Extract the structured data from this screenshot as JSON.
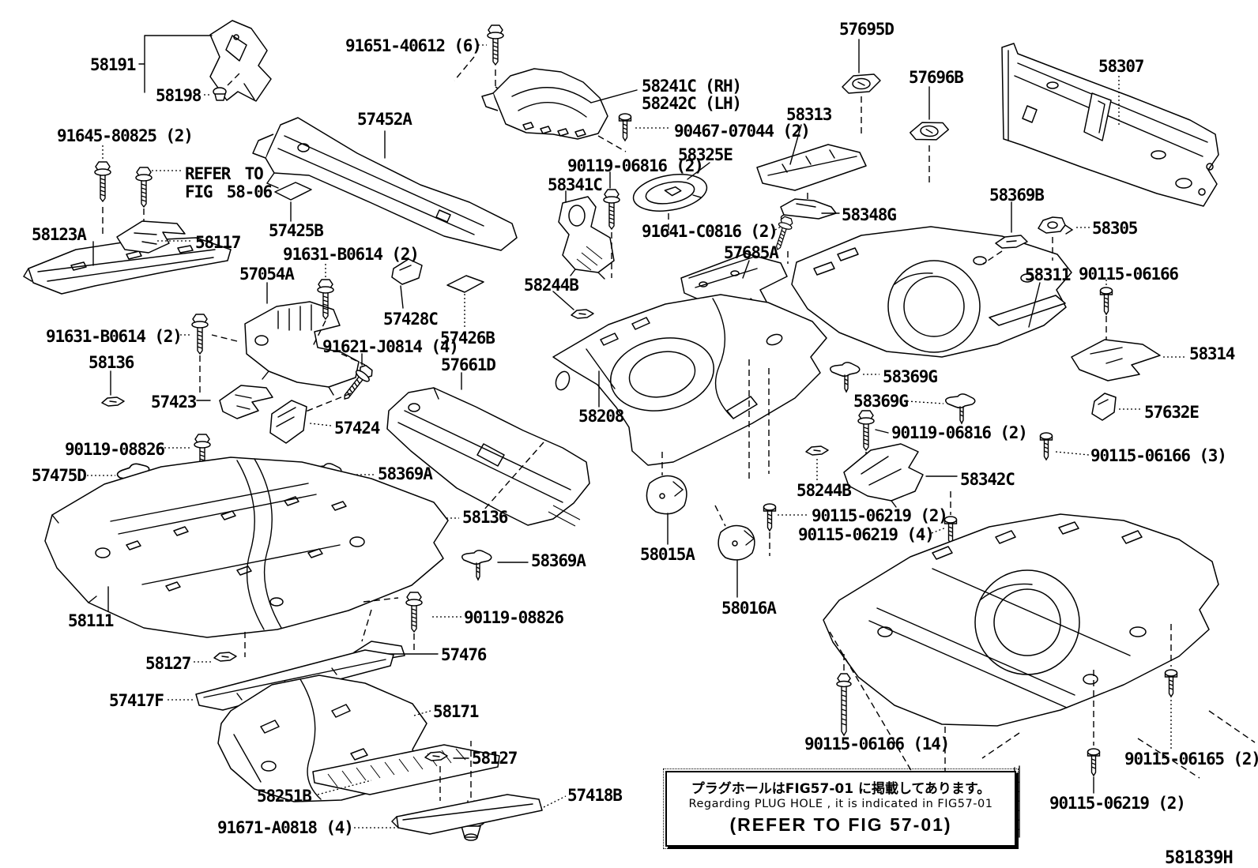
{
  "figure_code": "581839H",
  "note": {
    "jp": "プラグホールはFIG57-01 に掲載してあります。",
    "en": "Regarding PLUG HOLE , it is indicated in FIG57-01",
    "refer": "(REFER TO FIG 57-01)"
  },
  "labels": [
    {
      "text": "58191"
    },
    {
      "text": "58198"
    },
    {
      "text": "91651-40612 (6)"
    },
    {
      "text": "58241C (RH)"
    },
    {
      "text": "58242C (LH)"
    },
    {
      "text": "90467-07044 (2)"
    },
    {
      "text": "57695D"
    },
    {
      "text": "57696B"
    },
    {
      "text": "58307"
    },
    {
      "text": "91645-80825 (2)"
    },
    {
      "text": "REFER TO"
    },
    {
      "text": "FIG 58-06"
    },
    {
      "text": "57452A"
    },
    {
      "text": "58313"
    },
    {
      "text": "58325E"
    },
    {
      "text": "90119-06816 (2)"
    },
    {
      "text": "58341C"
    },
    {
      "text": "58348G"
    },
    {
      "text": "91641-C0816 (2)"
    },
    {
      "text": "58369B"
    },
    {
      "text": "58305"
    },
    {
      "text": "58123A"
    },
    {
      "text": "58117"
    },
    {
      "text": "57425B"
    },
    {
      "text": "91631-B0614 (2)"
    },
    {
      "text": "57054A"
    },
    {
      "text": "57685A"
    },
    {
      "text": "58311"
    },
    {
      "text": "90115-06166"
    },
    {
      "text": "58244B"
    },
    {
      "text": "57428C"
    },
    {
      "text": "57426B"
    },
    {
      "text": "91621-J0814 (4)"
    },
    {
      "text": "91631-B0614 (2)"
    },
    {
      "text": "58136"
    },
    {
      "text": "57661D"
    },
    {
      "text": "58314"
    },
    {
      "text": "57423"
    },
    {
      "text": "57424"
    },
    {
      "text": "58369G"
    },
    {
      "text": "58369G"
    },
    {
      "text": "90119-06816 (2)"
    },
    {
      "text": "58208"
    },
    {
      "text": "90119-08826"
    },
    {
      "text": "57475D"
    },
    {
      "text": "58369A"
    },
    {
      "text": "57632E"
    },
    {
      "text": "90115-06166 (3)"
    },
    {
      "text": "58136"
    },
    {
      "text": "58342C"
    },
    {
      "text": "58244B"
    },
    {
      "text": "90115-06219 (2)"
    },
    {
      "text": "90115-06219 (4)"
    },
    {
      "text": "58369A"
    },
    {
      "text": "58015A"
    },
    {
      "text": "90119-08826"
    },
    {
      "text": "58016A"
    },
    {
      "text": "58111"
    },
    {
      "text": "57476"
    },
    {
      "text": "58127"
    },
    {
      "text": "57417F"
    },
    {
      "text": "58171"
    },
    {
      "text": "58127"
    },
    {
      "text": "57418B"
    },
    {
      "text": "58251B"
    },
    {
      "text": "91671-A0818 (4)"
    },
    {
      "text": "90115-06166 (14)"
    },
    {
      "text": "90115-06165 (2)"
    },
    {
      "text": "90115-06219 (2)"
    }
  ]
}
